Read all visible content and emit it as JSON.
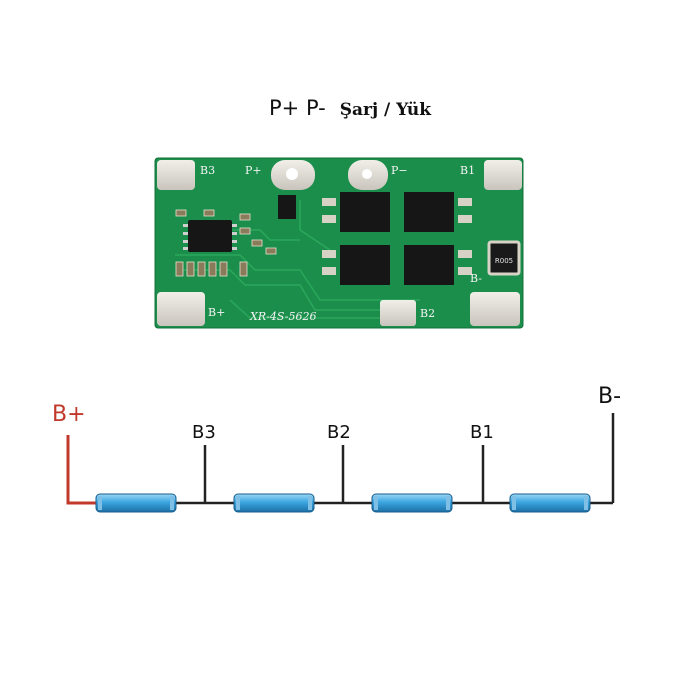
{
  "title": {
    "pp": "P+  P-",
    "sarj": "Şarj / Yük"
  },
  "board": {
    "color": "#1b8e4c",
    "pad_labels": [
      "B3",
      "P+",
      "P−",
      "B1",
      "B+",
      "B2",
      "B-"
    ],
    "model": "XR-4S-5626",
    "resistor_marking": "R005"
  },
  "wiring": {
    "terminals": [
      {
        "label": "B+",
        "color": "#c0392b"
      },
      {
        "label": "B3",
        "color": "#222222"
      },
      {
        "label": "B2",
        "color": "#222222"
      },
      {
        "label": "B1",
        "color": "#222222"
      },
      {
        "label": "B-",
        "color": "#222222"
      }
    ],
    "cells": 4,
    "cell_color": "#3ba6e0"
  }
}
